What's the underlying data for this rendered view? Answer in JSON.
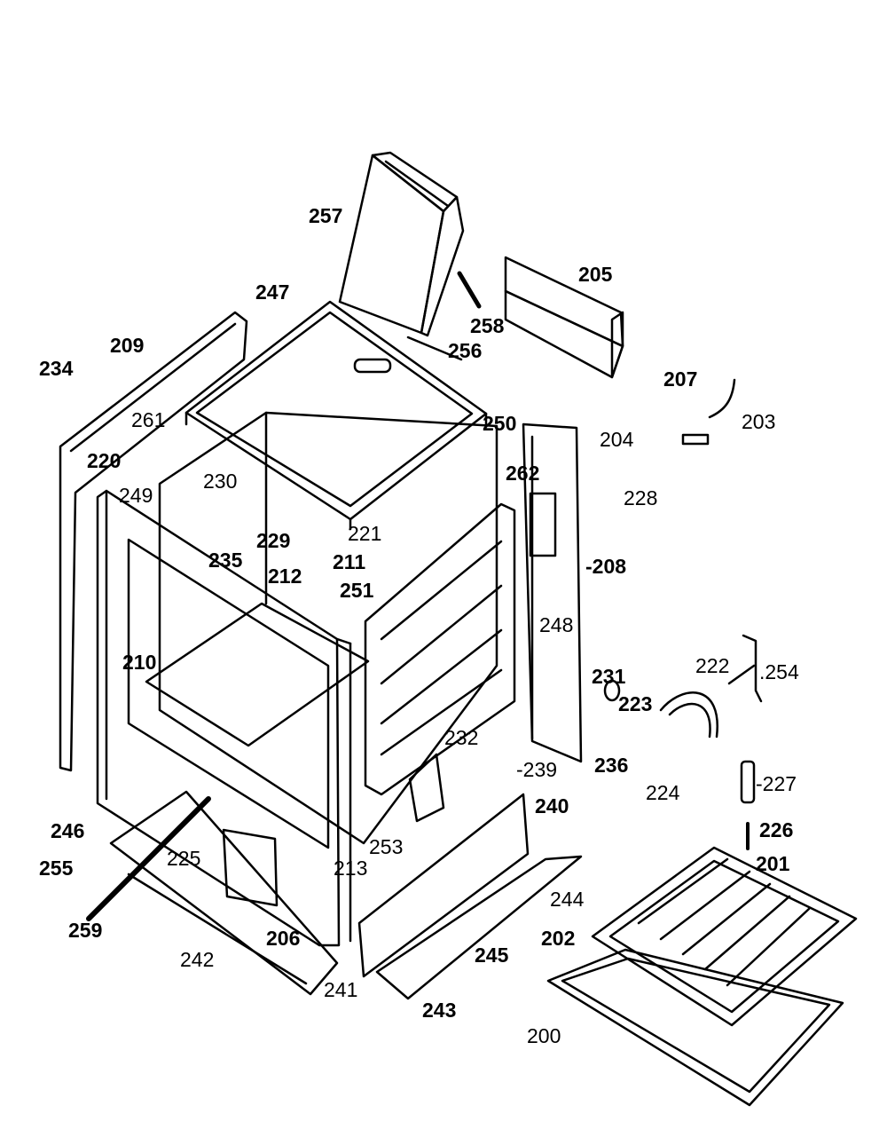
{
  "colors": {
    "ink": "#000000",
    "paper": "#ffffff"
  },
  "labels": [
    {
      "id": "257",
      "text": "257"
    },
    {
      "id": "205",
      "text": "205"
    },
    {
      "id": "247",
      "text": "247"
    },
    {
      "id": "258",
      "text": "258"
    },
    {
      "id": "209",
      "text": "209"
    },
    {
      "id": "256",
      "text": "256"
    },
    {
      "id": "234",
      "text": "234"
    },
    {
      "id": "207",
      "text": "207"
    },
    {
      "id": "203",
      "text": "203"
    },
    {
      "id": "261",
      "text": "261"
    },
    {
      "id": "250",
      "text": "250"
    },
    {
      "id": "204",
      "text": "204"
    },
    {
      "id": "220",
      "text": "220"
    },
    {
      "id": "262",
      "text": "262"
    },
    {
      "id": "230",
      "text": "230"
    },
    {
      "id": "249",
      "text": "249"
    },
    {
      "id": "228",
      "text": "228"
    },
    {
      "id": "221",
      "text": "221"
    },
    {
      "id": "229",
      "text": "229"
    },
    {
      "id": "235",
      "text": "235"
    },
    {
      "id": "211",
      "text": "211"
    },
    {
      "id": "208",
      "text": "-208"
    },
    {
      "id": "212",
      "text": "212"
    },
    {
      "id": "251",
      "text": "251"
    },
    {
      "id": "248",
      "text": "248"
    },
    {
      "id": "222",
      "text": "222"
    },
    {
      "id": "254",
      "text": ".254"
    },
    {
      "id": "210",
      "text": "210"
    },
    {
      "id": "231",
      "text": "231"
    },
    {
      "id": "223",
      "text": "223"
    },
    {
      "id": "232",
      "text": "232"
    },
    {
      "id": "239",
      "text": "-239"
    },
    {
      "id": "236",
      "text": "236"
    },
    {
      "id": "224",
      "text": "224"
    },
    {
      "id": "227",
      "text": "-227"
    },
    {
      "id": "240",
      "text": "240"
    },
    {
      "id": "246",
      "text": "246"
    },
    {
      "id": "226",
      "text": "226"
    },
    {
      "id": "253",
      "text": "253"
    },
    {
      "id": "225",
      "text": "225"
    },
    {
      "id": "201",
      "text": "201"
    },
    {
      "id": "255",
      "text": "255"
    },
    {
      "id": "213",
      "text": "213"
    },
    {
      "id": "244",
      "text": "244"
    },
    {
      "id": "259",
      "text": "259"
    },
    {
      "id": "202",
      "text": "202"
    },
    {
      "id": "206",
      "text": "206"
    },
    {
      "id": "245",
      "text": "245"
    },
    {
      "id": "242",
      "text": "242"
    },
    {
      "id": "241",
      "text": "241"
    },
    {
      "id": "243",
      "text": "243"
    },
    {
      "id": "200",
      "text": "200"
    }
  ]
}
